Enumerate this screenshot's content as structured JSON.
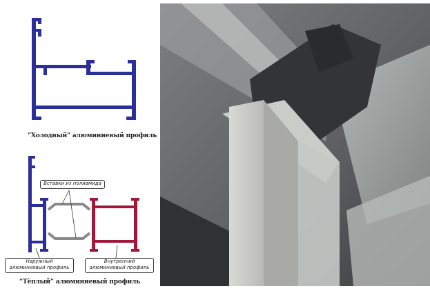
{
  "cold_profile": {
    "caption": "“Холодный” алюминиевый профиль"
  },
  "warm_profile": {
    "caption": "“Тёплый” алюминиевый профиль",
    "polyamide_label": "Вставки из полиамида",
    "outer_label_line1": "Наружный",
    "outer_label_line2": "алюминиевый профиль",
    "inner_label_line1": "Внутренний",
    "inner_label_line2": "алюминиевый профиль"
  },
  "colors": {
    "outer_profile": "#2b2f9a",
    "inner_profile": "#a0183a",
    "polyamide": "#8a8a8a"
  }
}
